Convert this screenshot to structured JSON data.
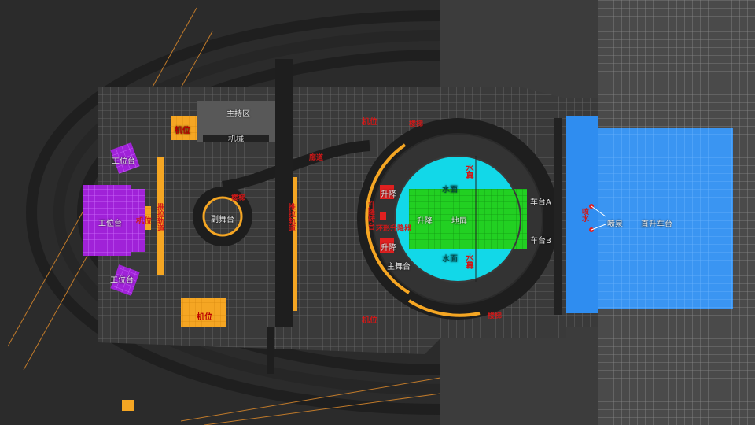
{
  "colors": {
    "background": "#2e2e2e",
    "floor_grid": "#4a4a4a",
    "orange": "#f5a623",
    "purple": "#9b1fd1",
    "cyan": "#12d8e8",
    "green": "#1ec81e",
    "blue": "#2f8df0",
    "red": "#d01818"
  },
  "labels": {
    "host_area": "主持区",
    "camera_pos_1": "机位",
    "machinery": "机械",
    "workstation_top": "工位台",
    "workstation_mid": "工位台",
    "workstation_bottom": "工位台",
    "camera_pos_left": "机位",
    "left_passage": "推拉轨道",
    "side_stage": "副舞台",
    "stairs_side": "楼梯",
    "connector": "廊道",
    "center_track": "推拉轨道",
    "camera_pos_top": "机位",
    "stairs_top": "楼梯",
    "lift_top": "升降",
    "lift_bottom": "升降",
    "ring_mechanism": "环形升降器",
    "ring_vert": "升降转台",
    "water_curtain_top": "水幕",
    "water_curtain_bottom": "水幕",
    "water_surface_top": "水面",
    "water_surface_bottom": "水面",
    "lift_center": "升降",
    "floor_area": "地屏",
    "main_stage": "主舞台",
    "wagon_a": "车台A",
    "wagon_b": "车台B",
    "water_feature": "喷泉",
    "wagon_rail": "喷水",
    "rear_wagon": "直升车台",
    "camera_pos_bottom": "机位",
    "camera_pos_bottom_right": "机位",
    "stairs_bottom": "楼梯"
  }
}
